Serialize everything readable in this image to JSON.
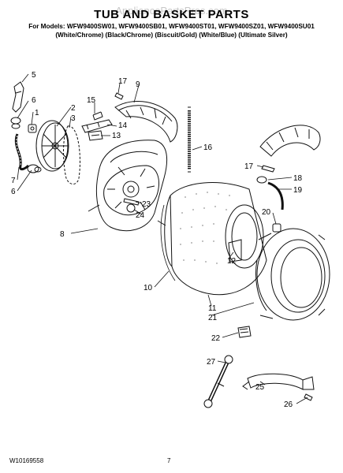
{
  "watermark": "AppliancePartsPros.com",
  "title": "TUB AND BASKET PARTS",
  "models_line1": "For Models: WFW9400SW01, WFW9400SB01, WFW9400ST01, WFW9400SZ01, WFW9400SU01",
  "models_line2": "(White/Chrome)  (Black/Chrome)  (Biscuit/Gold)    (White/Blue)   (Ultimate Silver)",
  "footer_left": "W10169558",
  "footer_page": "7",
  "callouts": [
    "5",
    "6",
    "1",
    "2",
    "3",
    "7",
    "6",
    "8",
    "15",
    "17",
    "9",
    "14",
    "13",
    "16",
    "23",
    "24",
    "10",
    "12",
    "11",
    "21",
    "22",
    "27",
    "17",
    "18",
    "19",
    "20",
    "25",
    "26"
  ]
}
